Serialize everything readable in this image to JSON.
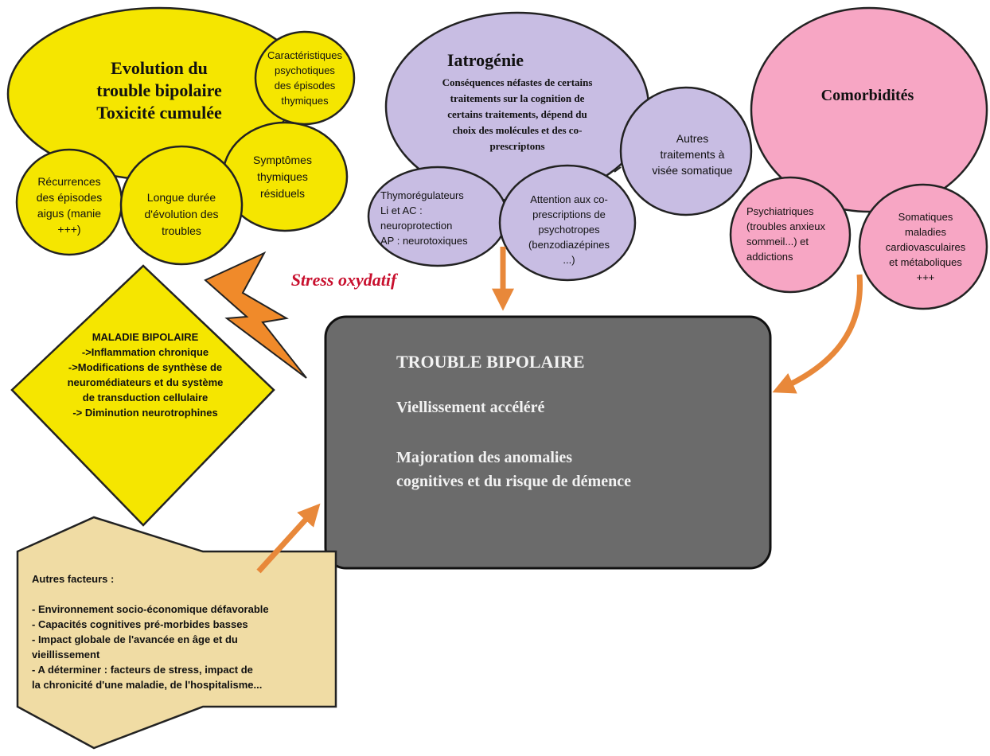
{
  "colors": {
    "yellow": "#f5e600",
    "lavender": "#c8bde3",
    "pink": "#f7a6c4",
    "wheat": "#f0dca4",
    "central_box": "#6b6b6b",
    "orange_arrow": "#e8883a",
    "stress_text": "#c8102e"
  },
  "evolution": {
    "title_lines": [
      "Evolution du",
      "trouble bipolaire",
      "Toxicité cumulée"
    ],
    "caracteristiques_lines": [
      "Caractéristiques",
      "psychotiques",
      "des épisodes",
      "thymiques"
    ],
    "symptomes_lines": [
      "Symptômes",
      "thymiques",
      "résiduels"
    ],
    "recurrences_lines": [
      "Récurrences",
      "des épisodes",
      "aigus (manie",
      "+++)"
    ],
    "longue_duree_lines": [
      "Longue durée",
      "d'évolution des",
      "troubles"
    ]
  },
  "iatrogenie": {
    "title": "Iatrogénie",
    "body_lines": [
      "Conséquences néfastes de certains",
      "traitements sur la cognition de",
      "certains traitements, dépend du",
      "choix des molécules et des co-",
      "prescriptons"
    ],
    "autres_traitements_lines": [
      "Autres",
      "traitements à",
      "visée somatique"
    ],
    "thymoregulateurs_lines": [
      "Thymorégulateurs",
      "Li et AC :",
      "neuroprotection",
      "AP : neurotoxiques"
    ],
    "attention_lines": [
      "Attention aux co-",
      "prescriptions de",
      "psychotropes",
      "(benzodiazépines",
      "...)"
    ]
  },
  "comorbidites": {
    "title": "Comorbidités",
    "psychiatriques_lines": [
      "Psychiatriques",
      "(troubles anxieux",
      "sommeil...) et",
      "addictions"
    ],
    "somatiques_lines": [
      "Somatiques",
      "maladies",
      "cardiovasculaires",
      "et métaboliques",
      "+++"
    ]
  },
  "stress": {
    "label": "Stress oxydatif"
  },
  "maladie": {
    "lines": [
      "MALADIE BIPOLAIRE",
      "->Inflammation chronique",
      "->Modifications de synthèse de",
      "neuromédiateurs et du système",
      "de transduction cellulaire",
      "-> Diminution neurotrophines"
    ]
  },
  "central": {
    "title": "TROUBLE BIPOLAIRE",
    "line1": "Viellissement accéléré",
    "line2": "Majoration des anomalies",
    "line3": "cognitives et du risque de démence"
  },
  "autres_facteurs": {
    "title": "Autres facteurs :",
    "lines": [
      "- Environnement socio-économique défavorable",
      "- Capacités cognitives pré-morbides basses",
      "- Impact globale de l'avancée en âge et du",
      "vieillissement",
      "- A déterminer : facteurs de stress, impact de",
      "la chronicité d'une maladie, de l'hospitalisme..."
    ]
  }
}
